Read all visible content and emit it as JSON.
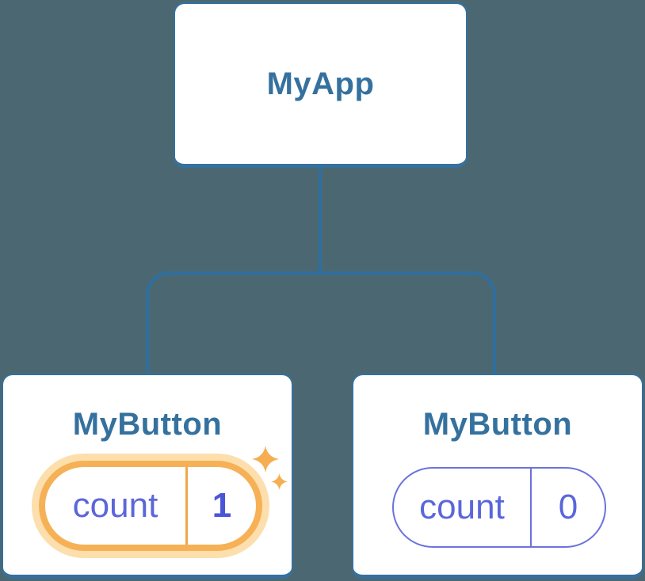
{
  "diagram": {
    "root": {
      "label": "MyApp"
    },
    "children": [
      {
        "label": "MyButton",
        "state_key": "count",
        "state_value": "1",
        "highlighted": true
      },
      {
        "label": "MyButton",
        "state_key": "count",
        "state_value": "0",
        "highlighted": false
      }
    ]
  },
  "colors": {
    "background": "#4B6872",
    "card_border": "#35709E",
    "card_text": "#35719E",
    "connector": "#2E6F9F",
    "state_text": "#5B66DB",
    "state_value_text": "#4B56D6",
    "state_border": "#6B72DE",
    "highlight_ring": "#F6B156",
    "highlight_glow": "#FCDFAD",
    "highlight_divider": "#F0A74B",
    "sparkle": "#F6AE52"
  }
}
